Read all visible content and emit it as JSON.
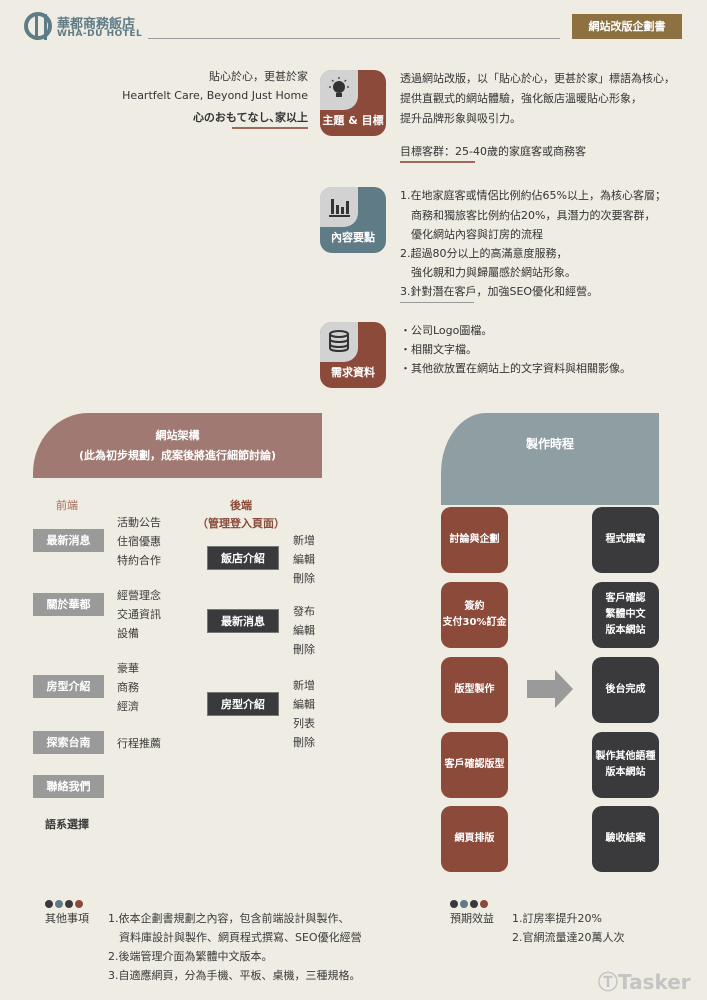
{
  "header": {
    "brand_cn": "華都商務飯店",
    "brand_en": "WHA-DU HOTEL",
    "badge": "網站改版企劃書"
  },
  "tagline": [
    "貼心於心，更甚於家",
    "Heartfelt Care, Beyond Just Home",
    "心のおもてなし､家以上"
  ],
  "sections": [
    {
      "label": "主題 & 目標",
      "icon": "lightbulb-icon",
      "color": "#8b4a3a",
      "lines": [
        "透過網站改版，以「貼心於心，更甚於家」標語為核心，",
        "提供直觀式的網站體驗，強化飯店溫暖貼心形象，",
        "提升品牌形象與吸引力。"
      ],
      "target": "目標客群：25-40歲的家庭客或商務客"
    },
    {
      "label": "內容要點",
      "icon": "bar-chart-icon",
      "color": "#5e7b86",
      "lines": [
        "1.在地家庭客或情侶比例約佔65%以上，為核心客層；",
        "　商務和獨旅客比例約佔20%，具潛力的次要客群，",
        "　優化網站內容與訂房的流程",
        "2.超過80分以上的高滿意度服務，",
        "　強化親和力與歸屬感於網站形象。",
        "3.針對潛在客戶，加強SEO優化和經營。"
      ]
    },
    {
      "label": "需求資料",
      "icon": "database-icon",
      "color": "#8b4a3a",
      "lines": [
        "・公司Logo圖檔。",
        "・相關文字檔。",
        "・其他欲放置在網站上的文字資料與相關影像。"
      ]
    }
  ],
  "architecture": {
    "title": "網站架構",
    "subtitle": "(此為初步規劃，成案後將進行細節討論)",
    "front_label": "前端",
    "back_label": "後端",
    "back_sub": "（管理登入頁面）",
    "front": [
      {
        "name": "最新消息",
        "items": [
          "活動公告",
          "住宿優惠",
          "特約合作"
        ]
      },
      {
        "name": "關於華都",
        "items": [
          "經營理念",
          "交通資訊",
          "設備"
        ]
      },
      {
        "name": "房型介紹",
        "items": [
          "豪華",
          "商務",
          "經濟"
        ]
      },
      {
        "name": "探索台南",
        "items": [
          "行程推薦"
        ]
      },
      {
        "name": "聯絡我們",
        "items": []
      }
    ],
    "language": "語系選擇",
    "back": [
      {
        "name": "飯店介紹",
        "ops": [
          "新增",
          "編輯",
          "刪除"
        ]
      },
      {
        "name": "最新消息",
        "ops": [
          "發布",
          "編輯",
          "刪除"
        ]
      },
      {
        "name": "房型介紹",
        "ops": [
          "新增",
          "編輯",
          "列表",
          "刪除"
        ]
      }
    ]
  },
  "timeline": {
    "title": "製作時程",
    "left": [
      "討論與企劃",
      "簽約\n支付30%訂金",
      "版型製作",
      "客戶確認版型",
      "網頁排版"
    ],
    "right": [
      "程式撰寫",
      "客戶確認\n繁體中文\n版本網站",
      "後台完成",
      "製作其他語種\n版本網站",
      "驗收結案"
    ]
  },
  "notes": {
    "title": "其他事項",
    "lines": [
      "1.依本企劃書規劃之內容，包含前端設計與製作、",
      "　資料庫設計與製作、網頁程式撰寫、SEO優化經營",
      "2.後端管理介面為繁體中文版本。",
      "3.自適應網頁，分為手機、平板、桌機，三種規格。"
    ]
  },
  "effects": {
    "title": "預期效益",
    "lines": [
      "1.訂房率提升20%",
      "2.官網流量達20萬人次"
    ]
  },
  "dot_colors": [
    "#3a3a3c",
    "#5e7b86",
    "#3a3a3c",
    "#8b4a3a"
  ],
  "watermark": "Tasker"
}
